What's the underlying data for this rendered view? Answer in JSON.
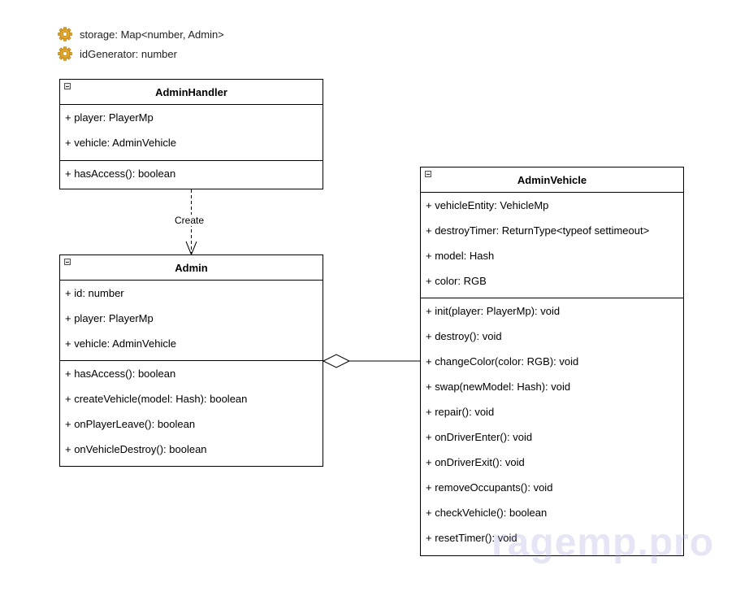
{
  "globals": [
    {
      "icon": "gear-icon",
      "text": "storage: Map<number, Admin>"
    },
    {
      "icon": "gear-icon",
      "text": "idGenerator: number"
    }
  ],
  "classes": {
    "admin_handler": {
      "name": "AdminHandler",
      "attributes": [
        "+ player: PlayerMp",
        "+ vehicle: AdminVehicle"
      ],
      "methods": [
        "+ hasAccess(): boolean"
      ]
    },
    "admin": {
      "name": "Admin",
      "attributes": [
        "+ id: number",
        "+ player: PlayerMp",
        "+ vehicle: AdminVehicle"
      ],
      "methods": [
        "+ hasAccess(): boolean",
        "+ createVehicle(model: Hash): boolean",
        "+ onPlayerLeave(): boolean",
        "+ onVehicleDestroy(): boolean"
      ]
    },
    "admin_vehicle": {
      "name": "AdminVehicle",
      "attributes": [
        "+ vehicleEntity: VehicleMp",
        "+ destroyTimer: ReturnType<typeof settimeout>",
        "+ model: Hash",
        "+ color: RGB"
      ],
      "methods": [
        "+ init(player: PlayerMp): void",
        "+ destroy(): void",
        "+ changeColor(color: RGB): void",
        "+ swap(newModel: Hash): void",
        "+ repair(): void",
        "+ onDriverEnter(): void",
        "+ onDriverExit(): void",
        "+ removeOccupants(): void",
        "+ checkVehicle(): boolean",
        "+ resetTimer(): void"
      ]
    }
  },
  "relations": {
    "create_label": "Create"
  },
  "watermark": "ragemp.pro"
}
